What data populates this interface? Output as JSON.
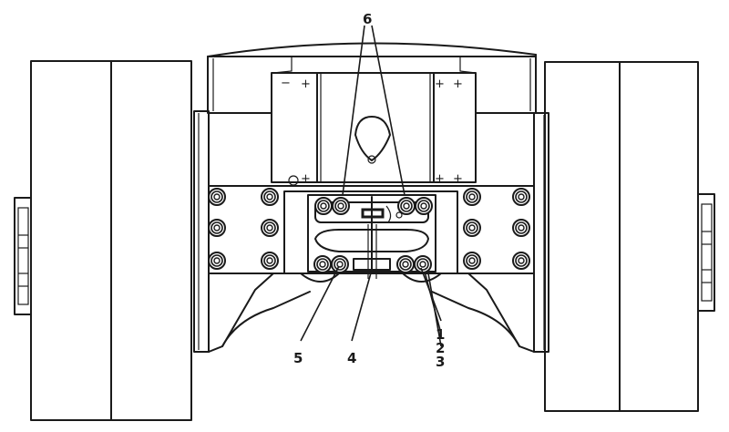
{
  "callouts": {
    "c1": "1",
    "c2": "2",
    "c3": "3",
    "c4": "4",
    "c5": "5",
    "c6": "6"
  },
  "colors": {
    "ink": "#1a1a1a",
    "paper": "#ffffff"
  }
}
